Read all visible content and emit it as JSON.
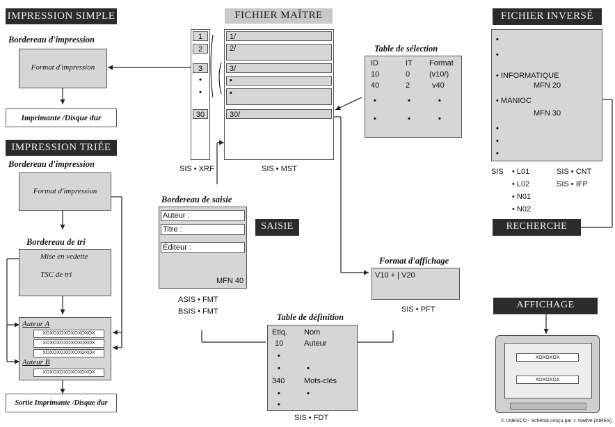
{
  "headers": {
    "impression_simple": "IMPRESSION SIMPLE",
    "impression_triee": "IMPRESSION TRIÉE",
    "fichier_maitre": "FICHIER MAÎTRE",
    "fichier_inverse": "FICHIER INVERSÉ",
    "saisie": "SAISIE",
    "recherche": "RECHERCHE",
    "affichage": "AFFICHAGE"
  },
  "simple": {
    "bordereau_title": "Bordereau d'impression",
    "format": "Format d'impression",
    "output": "Imprimante /Disque dur"
  },
  "triee": {
    "bordereau_title": "Bordereau d'impression",
    "format": "Format d'impression",
    "tri_title": "Bordereau de tri",
    "mise": "Mise en vedette",
    "tsc": "TSC de tri",
    "auteur_a": "Auteur A",
    "auteur_b": "Auteur B",
    "xline": "XOXOXOXOXOXOXOX",
    "output": "Sortie Imprimante /Disque dur"
  },
  "xrf": {
    "cells": [
      "1",
      "2",
      "3",
      "•",
      "•",
      "30"
    ],
    "label": "SIS • XRF"
  },
  "mst": {
    "rows": [
      "1/",
      "2/",
      "3/",
      "•",
      "•",
      "30/"
    ],
    "label": "SIS • MST"
  },
  "selection": {
    "title": "Table de sélection",
    "headers": [
      "ID",
      "IT",
      "Format"
    ],
    "rows": [
      [
        "10",
        "0",
        "(v10/)"
      ],
      [
        "40",
        "2",
        "v40"
      ],
      [
        "•",
        "•",
        "•"
      ],
      [
        "•",
        "•",
        "•"
      ]
    ]
  },
  "inverse": {
    "dots_top": [
      "•",
      "•"
    ],
    "informatique": "• INFORMATIQUE",
    "mfn20": "MFN 20",
    "manioc": "• MANIOC",
    "mfn30": "MFN 30",
    "dots_bottom": [
      "•",
      "•",
      "•"
    ],
    "sis": "SIS",
    "files_left": [
      "• L01",
      "• L02",
      "• N01",
      "• N02"
    ],
    "files_right": [
      "SIS • CNT",
      "SIS • IFP"
    ]
  },
  "saisie": {
    "title": "Bordereau de saisie",
    "auteur": "Auteur :",
    "titre": "Titre :",
    "editeur": "Éditeur :",
    "mfn": "MFN 40",
    "labels": [
      "ASIS • FMT",
      "BSIS • FMT"
    ]
  },
  "affichage_fmt": {
    "title": "Format d'affichage",
    "content": "V10 + | V20",
    "label": "SIS • PFT"
  },
  "definition": {
    "title": "Table de définition",
    "headers": [
      "Etiq.",
      "Nom"
    ],
    "rows": [
      [
        "10",
        "Auteur"
      ],
      [
        "•",
        ""
      ],
      [
        "•",
        "•"
      ],
      [
        "340",
        "Mots-clés"
      ],
      [
        "•",
        "•"
      ],
      [
        "•",
        ""
      ]
    ],
    "label": "SIS • FDT"
  },
  "screen": {
    "lines": [
      "XOXOXOX",
      "XOXOXOX"
    ]
  },
  "copyright": "© UNESCO - Schéma conçu par J. Gadve (AIRES)"
}
